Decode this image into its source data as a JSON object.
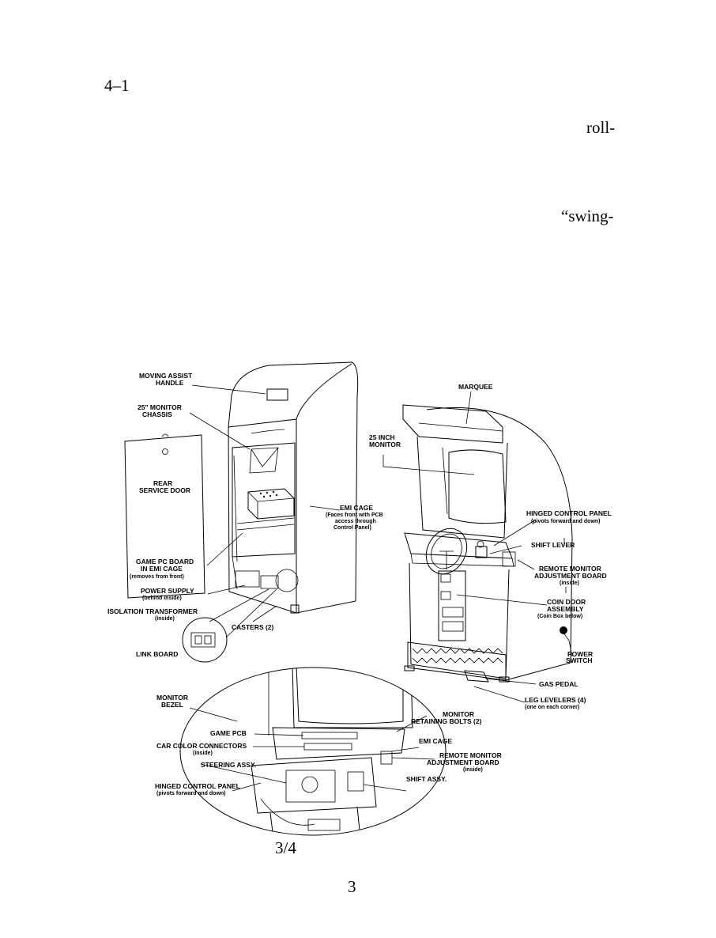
{
  "text_fragments": {
    "section_number": "4–1",
    "roll": "roll-",
    "swing": "“swing-",
    "three_quarter": "3/4",
    "page_number": "3"
  },
  "figure": {
    "rear_labels": {
      "moving_assist_handle": [
        "MOVING ASSIST",
        "HANDLE"
      ],
      "monitor_chassis": [
        "25\" MONITOR",
        "CHASSIS"
      ],
      "rear_service_door": [
        "REAR",
        "SERVICE DOOR"
      ],
      "emi_cage": [
        "EMI CAGE",
        "(Faces front with PCB",
        "access through",
        "Control Panel)"
      ],
      "game_pc_board": [
        "GAME PC BOARD",
        "IN EMI CAGE",
        "(removes from front)"
      ],
      "power_supply": [
        "POWER SUPPLY",
        "(behind inside)"
      ],
      "isolation_transformer": [
        "ISOLATION TRANSFORMER",
        "(inside)"
      ],
      "casters": "CASTERS (2)",
      "link_board": "LINK BOARD"
    },
    "front_labels": {
      "marquee": "MARQUEE",
      "inch_monitor": [
        "25 INCH",
        "MONITOR"
      ],
      "hinged_control_panel": [
        "HINGED CONTROL PANEL",
        "(pivots forward and down)"
      ],
      "shift_lever": "SHIFT LEVER",
      "remote_monitor_board": [
        "REMOTE MONITOR",
        "ADJUSTMENT BOARD",
        "(inside)"
      ],
      "coin_door": [
        "COIN DOOR",
        "ASSEMBLY",
        "(Coin Box below)"
      ],
      "power_switch": [
        "POWER",
        "SWITCH"
      ],
      "gas_pedal": "GAS PEDAL",
      "leg_levelers": [
        "LEG LEVELERS (4)",
        "(one on each corner)"
      ]
    },
    "detail_labels": {
      "monitor_bezel": [
        "MONITOR",
        "BEZEL"
      ],
      "game_pcb": "GAME PCB",
      "car_color_connectors": [
        "CAR COLOR CONNECTORS",
        "(inside)"
      ],
      "steering_assy": "STEERING ASSY.",
      "hinged_control_panel": [
        "HINGED CONTROL PANEL",
        "(pivots forward and down)"
      ],
      "monitor_retaining_bolts": [
        "MONITOR",
        "RETAINING BOLTS (2)"
      ],
      "emi_cage": "EMI CAGE",
      "remote_monitor_board": [
        "REMOTE MONITOR",
        "ADJUSTMENT BOARD",
        "(inside)"
      ],
      "shift_assy": "SHIFT ASSY."
    }
  }
}
